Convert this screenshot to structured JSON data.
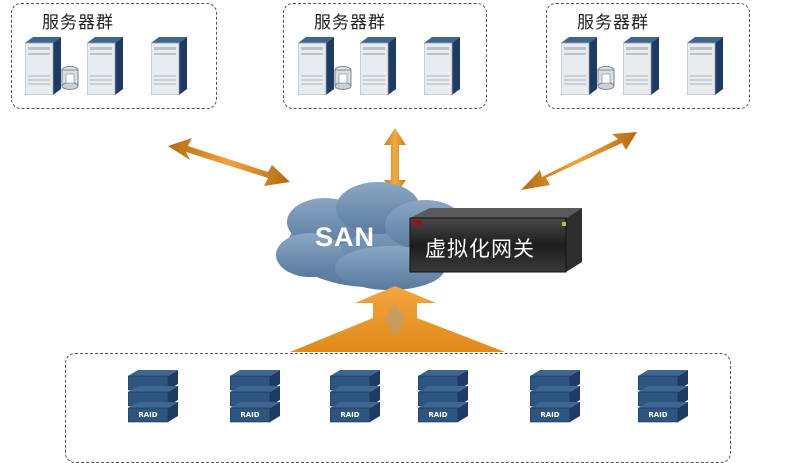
{
  "server_groups": [
    {
      "label": "服务器群"
    },
    {
      "label": "服务器群"
    },
    {
      "label": "服务器群"
    }
  ],
  "san": {
    "label": "SAN"
  },
  "gateway": {
    "label": "虚拟化网关"
  },
  "storage": {
    "raid_label": "RAID",
    "units": [
      "RAID",
      "RAID",
      "RAID",
      "RAID",
      "RAID",
      "RAID"
    ]
  },
  "colors": {
    "arrow": "#e8961e",
    "cloud": "#6e8fb0",
    "server_dark": "#1f3f66",
    "gateway": "#2a2a2a"
  }
}
